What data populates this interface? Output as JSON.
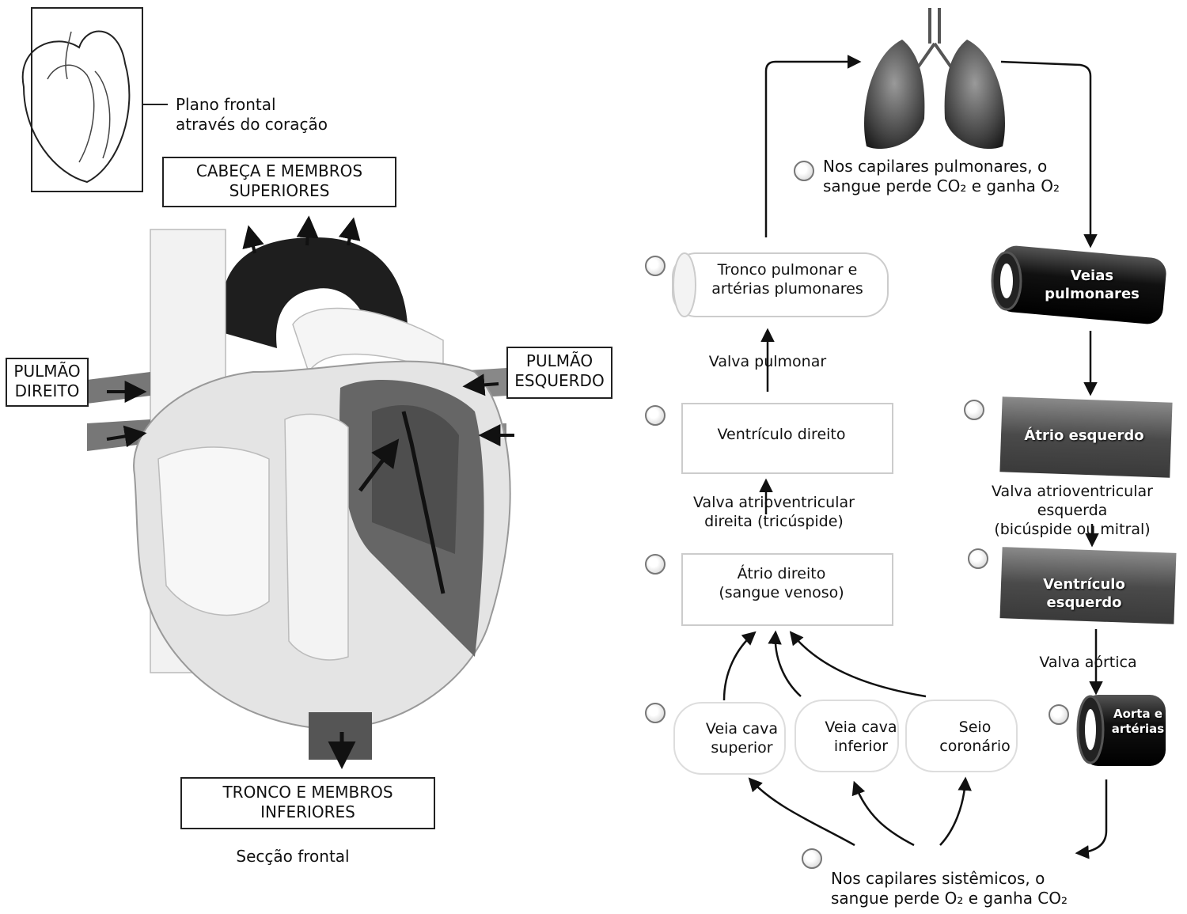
{
  "left": {
    "small_heart_caption": "Plano frontal\natravés do coração",
    "head_box": "CABEÇA E MEMBROS\nSUPERIORES",
    "right_lung": "PULMÃO\nDIREITO",
    "left_lung": "PULMÃO\nESQUERDO",
    "trunk_box": "TRONCO E MEMBROS\nINFERIORES",
    "section_caption": "Secção frontal"
  },
  "right": {
    "pulmonary_capillaries": "Nos capilares pulmonares, o\nsangue perde CO₂ e ganha O₂",
    "pulmonary_trunk": "Tronco pulmonar e\nartérias plumonares",
    "pulmonary_valve": "Valva pulmonar",
    "right_ventricle": "Ventrículo direito",
    "tricuspid_valve": "Valva atrioventricular\ndireita (tricúspide)",
    "right_atrium": "Átrio direito\n(sangue venoso)",
    "sup_vena_cava": "Veia cava\nsuperior",
    "inf_vena_cava": "Veia cava\ninferior",
    "coronary_sinus": "Seio\ncoronário",
    "systemic_capillaries": "Nos capilares sistêmicos, o\nsangue perde O₂ e ganha CO₂",
    "pulmonary_veins": "Veias pulmonares",
    "left_atrium": "Átrio esquerdo",
    "mitral_valve": "Valva atrioventricular esquerda\n(bicúspide ou mitral)",
    "left_ventricle": "Ventrículo esquerdo",
    "aortic_valve": "Valva aórtica",
    "aorta": "Aorta e\nartérias"
  },
  "colors": {
    "dark_vessel": "#1a1a1a",
    "mid_gray": "#6a6a6a",
    "light_gray": "#d8d8d8",
    "chamber_dark": "#555555"
  }
}
